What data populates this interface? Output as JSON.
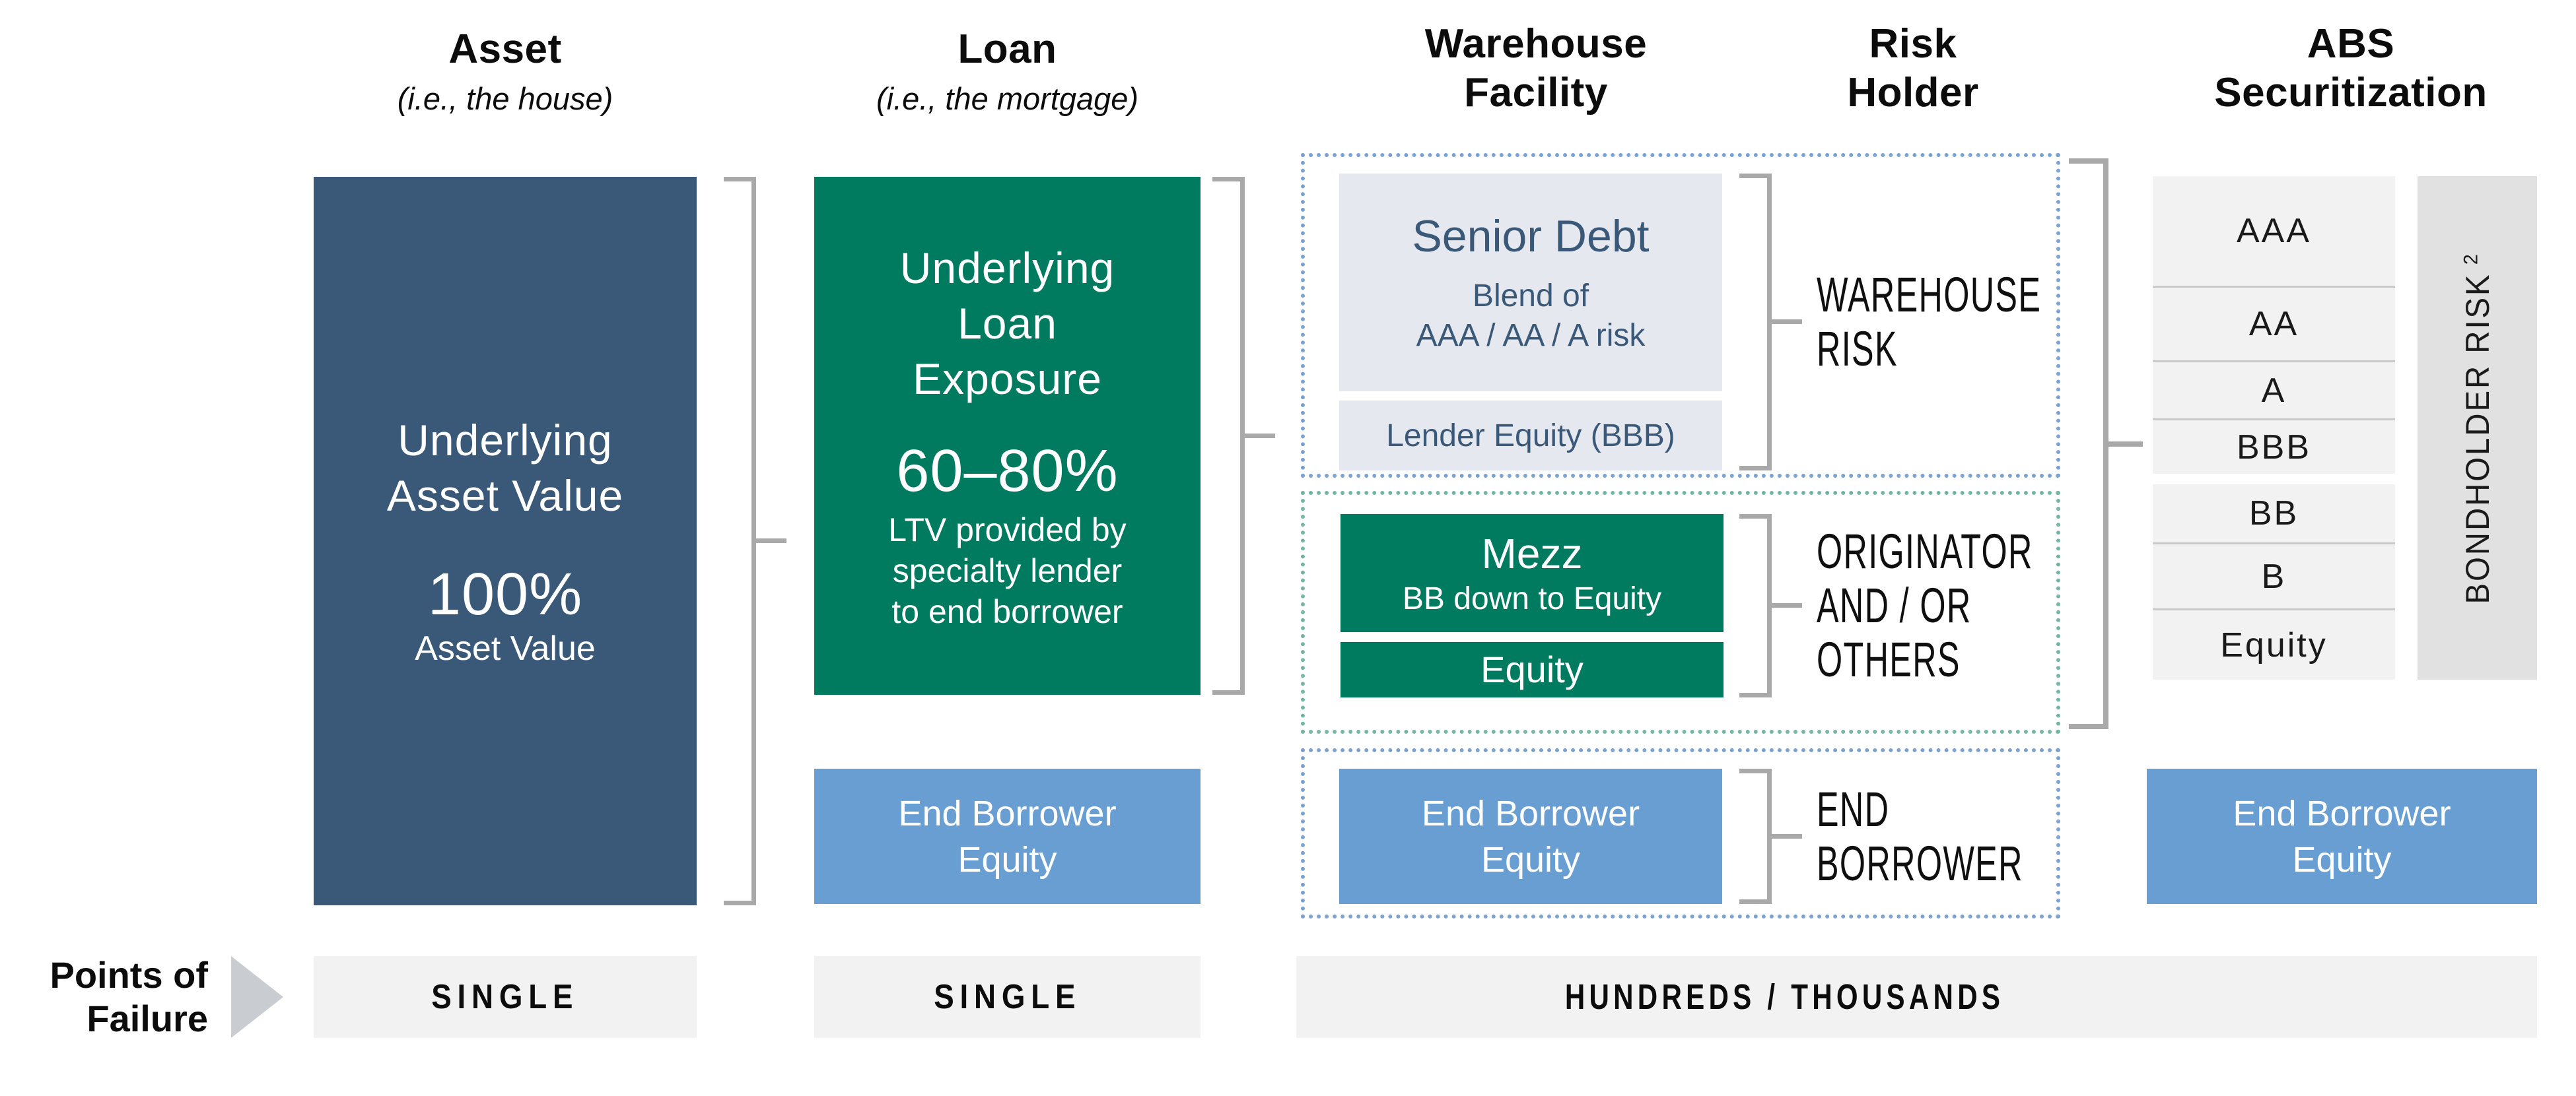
{
  "headers": {
    "asset": {
      "title": "Asset",
      "subtitle": "(i.e., the house)"
    },
    "loan": {
      "title": "Loan",
      "subtitle": "(i.e., the mortgage)"
    },
    "warehouse": {
      "line1": "Warehouse",
      "line2": "Facility"
    },
    "risk": {
      "line1": "Risk",
      "line2": "Holder"
    },
    "abs": {
      "line1": "ABS",
      "line2": "Securitization"
    }
  },
  "asset_column": {
    "box": {
      "title_lines": [
        "Underlying",
        "Asset Value"
      ],
      "value": "100%",
      "caption": "Asset Value"
    }
  },
  "loan_column": {
    "box": {
      "title_lines": [
        "Underlying",
        "Loan",
        "Exposure"
      ],
      "value": "60–80%",
      "caption_lines": [
        "LTV provided by",
        "specialty lender",
        "to end borrower"
      ]
    },
    "end_borrower": {
      "lines": [
        "End Borrower",
        "Equity"
      ]
    }
  },
  "warehouse_column": {
    "senior": {
      "title": "Senior Debt",
      "sub1": "Blend of",
      "sub2": "AAA / AA / A risk"
    },
    "lender_equity": "Lender Equity (BBB)",
    "warehouse_risk_label": {
      "lines": [
        "WAREHOUSE",
        "RISK"
      ]
    },
    "mezz": {
      "title": "Mezz",
      "sub": "BB down to Equity"
    },
    "equity": "Equity",
    "originator_label": {
      "lines": [
        "ORIGINATOR",
        "AND / OR",
        "OTHERS"
      ]
    },
    "end_borrower": {
      "lines": [
        "End Borrower",
        "Equity"
      ]
    },
    "end_borrower_label": {
      "lines": [
        "END",
        "BORROWER"
      ]
    }
  },
  "abs_column": {
    "tranches": [
      "AAA",
      "AA",
      "A",
      "BBB",
      "BB",
      "B",
      "Equity"
    ],
    "bondholder": {
      "label": "BONDHOLDER RISK",
      "sup": "2"
    },
    "end_borrower": {
      "lines": [
        "End Borrower",
        "Equity"
      ]
    }
  },
  "footer": {
    "label_lines": [
      "Points of",
      "Failure"
    ],
    "cells": [
      "SINGLE",
      "SINGLE",
      "HUNDREDS / THOUSANDS"
    ]
  },
  "colors": {
    "navy": "#3A5878",
    "green": "#007B60",
    "blue": "#699ED3",
    "panel_light": "#E5E9EF",
    "stack_bg": "#F2F2F2",
    "bondholder_bar": "#E1E1E1",
    "bracket_gray": "#A9A9A9",
    "dotted_blue": "#7AA3D4",
    "dotted_teal": "#74B6A6",
    "footer_bar": "#F2F2F2"
  }
}
